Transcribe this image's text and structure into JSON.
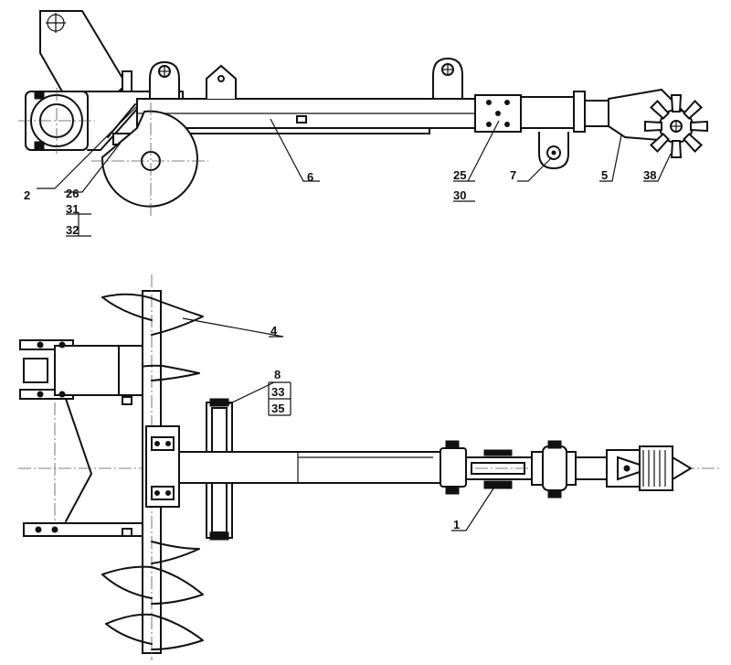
{
  "labels": {
    "l2": "2",
    "l26": "26",
    "l31": "31",
    "l32": "32",
    "l6": "6",
    "l25": "25",
    "l30": "30",
    "l7": "7",
    "l5": "5",
    "l38": "38",
    "l4": "4",
    "l8": "8",
    "l33": "33",
    "l35": "35",
    "l1": "1"
  }
}
